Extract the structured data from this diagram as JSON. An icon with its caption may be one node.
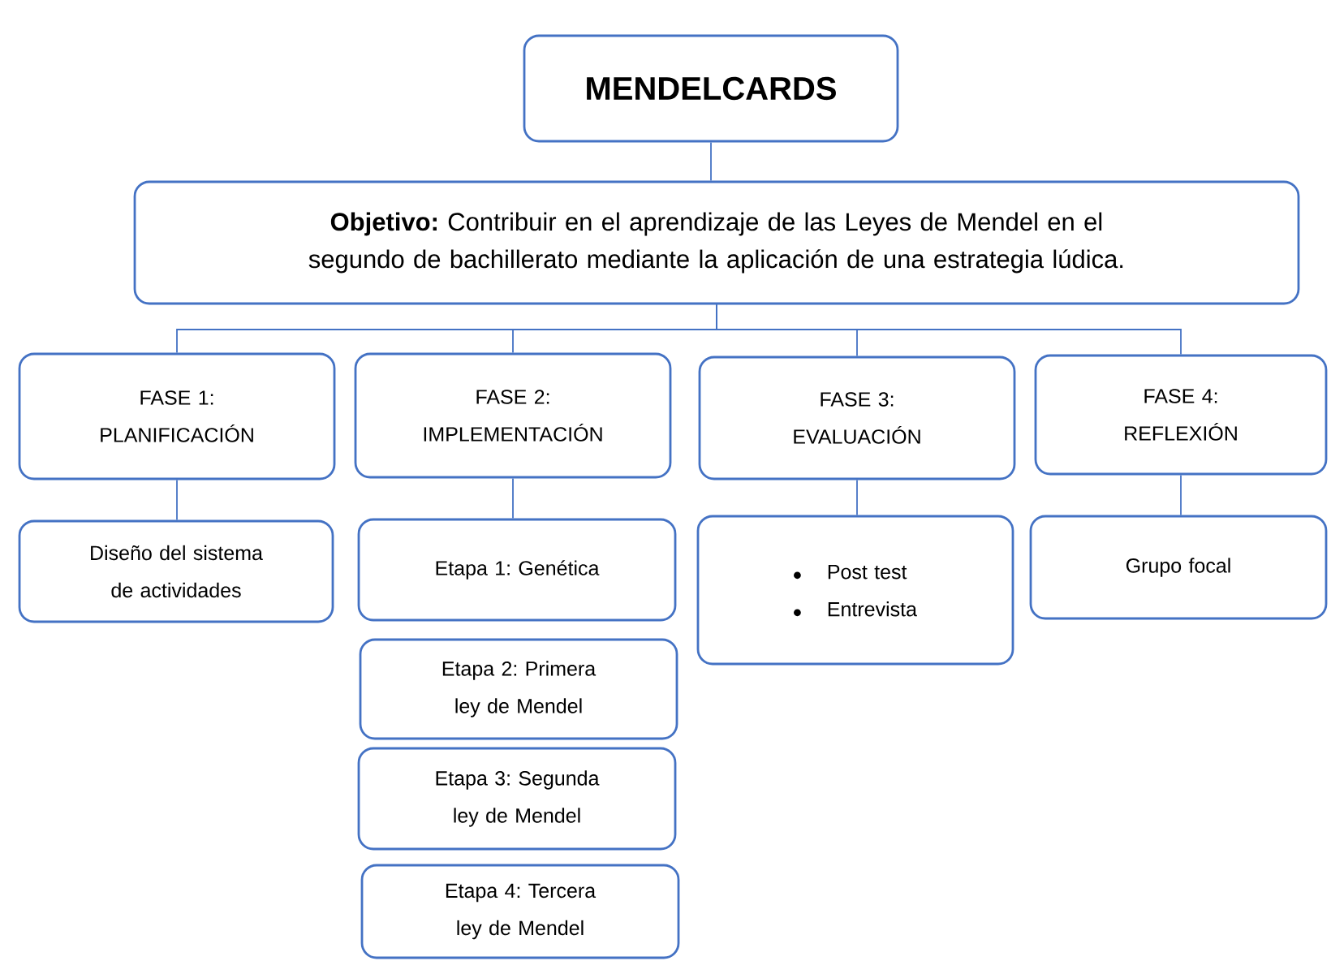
{
  "diagram": {
    "nodes": [
      {
        "text": [
          "MENDELCARDS"
        ]
      },
      {
        "text": [
          "**Objetivo:** Contribuir en el aprendizaje de las Leyes de Mendel en el segundo de bachillerato mediante la aplicación de una estrategia lúdica."
        ]
      },
      {
        "text": [
          "FASE 1: PLANIFICACIÓN"
        ]
      },
      {
        "text": [
          "FASE 2: IMPLEMENTACIÓN"
        ]
      },
      {
        "text": [
          "FASE 3: EVALUACIÓN"
        ]
      },
      {
        "text": [
          "FASE 4: REFLEXIÓN"
        ]
      },
      {
        "text": [
          "Diseño del sistema de actividades"
        ]
      },
      {
        "text": [
          "Etapa 1: Genética"
        ]
      },
      {
        "text": [
          "Etapa 2: Primera ley de Mendel"
        ]
      },
      {
        "text": [
          "Etapa 3: Segunda ley de Mendel"
        ]
      },
      {
        "text": [
          "Etapa 4: Tercera ley de Mendel"
        ]
      },
      {
        "text": [
          "Post test",
          "Entrevista"
        ]
      },
      {
        "text": [
          "Grupo focal"
        ]
      }
    ],
    "edges": [
      {
        "from": 0,
        "to": 1,
        "arrow": "none"
      },
      {
        "from": 1,
        "to": 2,
        "arrow": "none"
      },
      {
        "from": 1,
        "to": 3,
        "arrow": "none"
      },
      {
        "from": 1,
        "to": 4,
        "arrow": "none"
      },
      {
        "from": 1,
        "to": 5,
        "arrow": "none"
      },
      {
        "from": 2,
        "to": 6,
        "arrow": "none"
      },
      {
        "from": 3,
        "to": 7,
        "arrow": "none"
      },
      {
        "from": 4,
        "to": 11,
        "arrow": "none"
      },
      {
        "from": 5,
        "to": 12,
        "arrow": "none"
      }
    ]
  }
}
